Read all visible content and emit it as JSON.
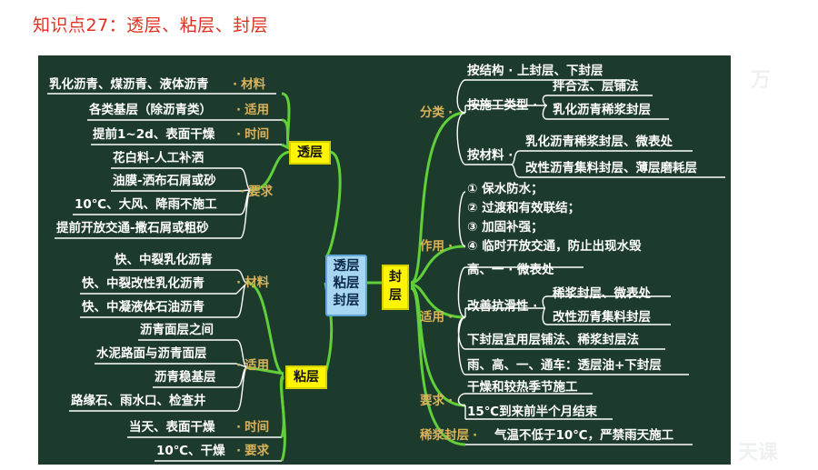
{
  "header": {
    "title": "知识点27：透层、粘层、封层"
  },
  "center": {
    "line1": "透层",
    "line2": "粘层",
    "line3": "封层"
  },
  "tou": {
    "label": "透层",
    "cat_material": "材料",
    "cat_apply": "适用",
    "cat_time": "时间",
    "cat_req": "要求",
    "material": "乳化沥青、煤沥青、液体沥青",
    "apply": "各类基层（除沥青类）",
    "time": "提前1~2d、表面干燥",
    "req": [
      "花白料-人工补洒",
      "油膜-洒布石屑或砂",
      "10℃、大风、降雨不施工",
      "提前开放交通-撒石屑或粗砂"
    ]
  },
  "zhan": {
    "label": "粘层",
    "cat_material": "材料",
    "cat_apply": "适用",
    "cat_time": "时间",
    "cat_req": "要求",
    "material": [
      "快、中裂乳化沥青",
      "快、中裂改性乳化沥青",
      "快、中凝液体石油沥青"
    ],
    "apply": [
      "沥青面层之间",
      "水泥路面与沥青面层",
      "沥青稳基层",
      "路缘石、雨水口、检查井"
    ],
    "time": "当天、表面干燥",
    "req": "10℃、干燥"
  },
  "feng": {
    "label": "封层",
    "cat_classify": "分类",
    "cat_function": "作用",
    "cat_apply": "适用",
    "cat_req": "要求",
    "cat_slurry": "稀浆封层",
    "by_structure": "按结构",
    "structure": "上封层、下封层",
    "by_method": "按施工类型",
    "method": [
      "拌合法、层铺法",
      "乳化沥青稀浆封层"
    ],
    "by_material": "按材料",
    "material": [
      "乳化沥青稀浆封层、微表处",
      "改性沥青集料封层、薄层磨耗层"
    ],
    "functions": [
      "① 保水防水；",
      "② 过渡和有效联结；",
      "③ 加固补强；",
      "④ 临时开放交通，防止出现水毁"
    ],
    "apply_high": "高、一",
    "apply_high_val": "微表处",
    "anti_slip": "改善抗滑性",
    "anti_slip_vals": [
      "稀浆封层、微表处",
      "改性沥青集料封层"
    ],
    "apply_lower": "下封层宜用层铺法、稀浆封层法",
    "apply_rain": "雨、高、一、通车：透层油+下封层",
    "req": [
      "干燥和较热季节施工",
      "15℃到来前半个月结束"
    ],
    "slurry": "气温不低于10℃，严禁雨天施工"
  },
  "watermarks": [
    "万",
    "万",
    "天课"
  ],
  "colors": {
    "board": "#1d3b2c",
    "title": "#e0301e",
    "label": "#d9b25a",
    "branch": "#5fcf3a",
    "yellow": "#fff500",
    "center": "#a7d6f2"
  }
}
